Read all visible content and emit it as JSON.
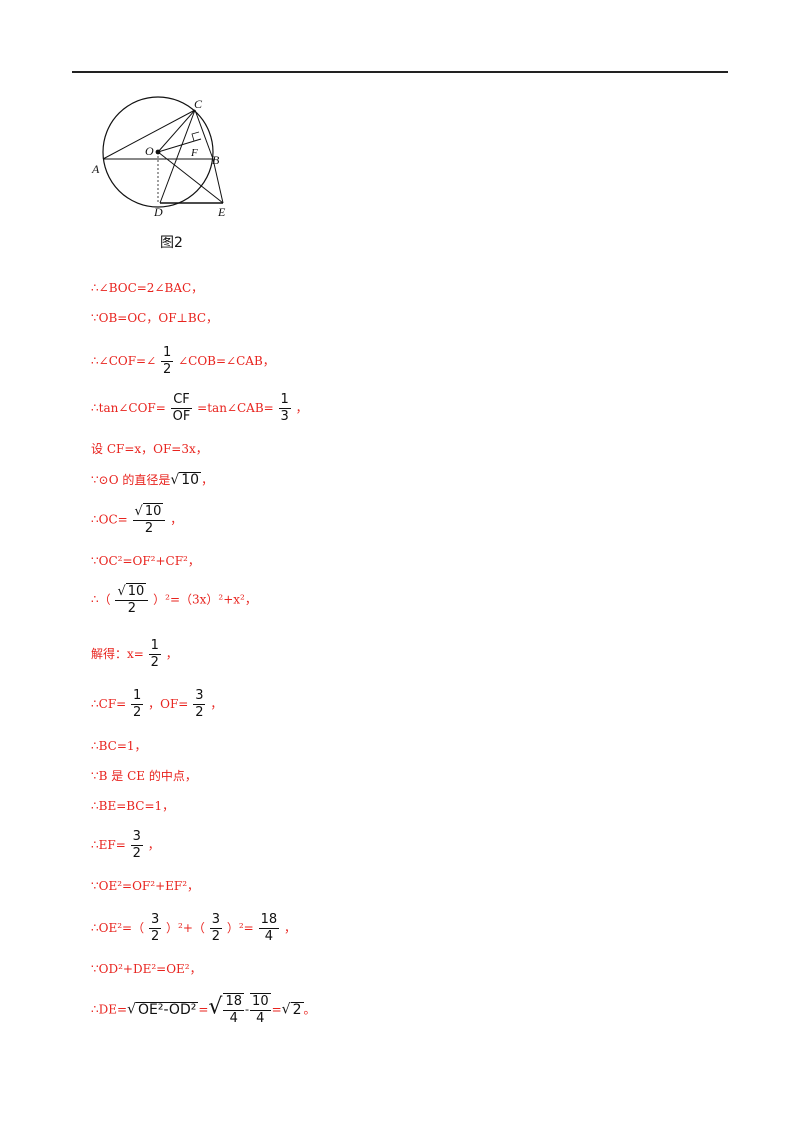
{
  "figure": {
    "labels": {
      "A": "A",
      "B": "B",
      "C": "C",
      "D": "D",
      "E": "E",
      "O": "O",
      "F": "F"
    },
    "caption": "图2"
  },
  "lines": {
    "l1": "∴∠BOC=2∠BAC，",
    "l2": "∵OB=OC，OF⊥BC，",
    "l3a": "∴∠COF=∠",
    "l3n": "1",
    "l3d": "2",
    "l3b": "∠COB=∠CAB，",
    "l4a": "∴tan∠COF=",
    "l4n": "CF",
    "l4d": "OF",
    "l4b": "=tan∠CAB=",
    "l4n2": "1",
    "l4d2": "3",
    "l4c": "，",
    "l5": "设 CF=x，OF=3x，",
    "l6a": "∵⊙O 的直径是",
    "l6r": "10",
    "l6c": "，",
    "l7a": "∴OC=",
    "l7r": "10",
    "l7d": "2",
    "l7c": "，",
    "l8": "∵OC²=OF²+CF²，",
    "l9a": "∴（",
    "l9r": "10",
    "l9d": "2",
    "l9b": "）²=（3x）²+x²，",
    "l10a": "解得：x=",
    "l10n": "1",
    "l10d": "2",
    "l10c": "，",
    "l11a": "∴CF=",
    "l11n": "1",
    "l11d": "2",
    "l11b": "，OF=",
    "l11n2": "3",
    "l11d2": "2",
    "l11c": "，",
    "l12": "∴BC=1，",
    "l13": "∵B 是 CE 的中点，",
    "l14": "∴BE=BC=1，",
    "l15a": "∴EF=",
    "l15n": "3",
    "l15d": "2",
    "l15c": "，",
    "l16": "∵OE²=OF²+EF²，",
    "l17a": "∴OE²=（",
    "l17n": "3",
    "l17d": "2",
    "l17b": "）²+（",
    "l17n2": "3",
    "l17d2": "2",
    "l17c": "）²=",
    "l17n3": "18",
    "l17d3": "4",
    "l17e": "，",
    "l18": "∵OD²+DE²=OE²，",
    "l19a": "∴DE=",
    "l19r1": "OE²-OD²",
    "l19b": "=",
    "l19n": "18",
    "l19d": "4",
    "l19m": "-",
    "l19n2": "10",
    "l19d2": "4",
    "l19c": "=",
    "l19r2": "2",
    "l19e": "。"
  }
}
